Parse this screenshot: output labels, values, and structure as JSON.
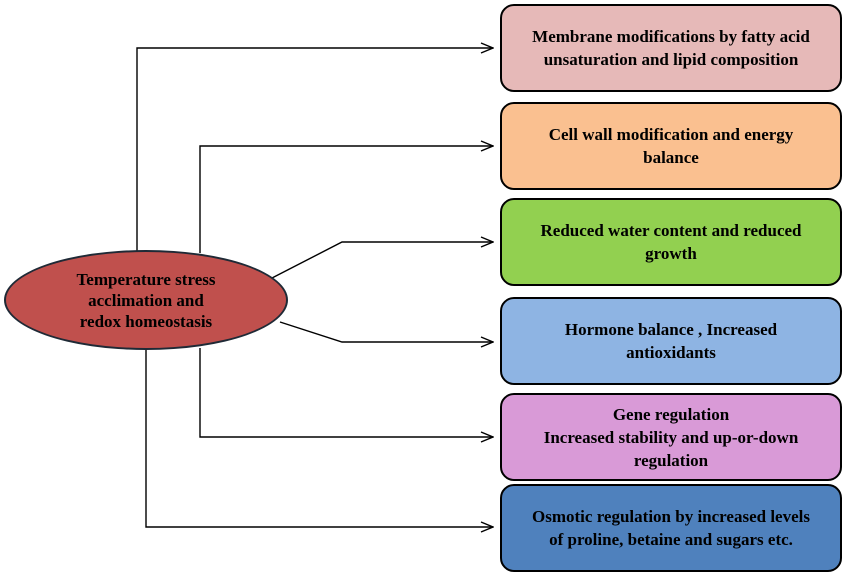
{
  "diagram": {
    "center": {
      "label": "Temperature stress\nacclimation and\nredox homeostasis",
      "fill": "#c0504d",
      "border": "#1f2a36"
    },
    "effects": [
      {
        "label": "Membrane modifications by fatty acid\nunsaturation and lipid composition",
        "fill": "#e6b9b8"
      },
      {
        "label": "Cell wall modification and energy\nbalance",
        "fill": "#fac090"
      },
      {
        "label": "Reduced water content and reduced\ngrowth",
        "fill": "#92d050"
      },
      {
        "label": "Hormone balance , Increased\nantioxidants",
        "fill": "#8eb4e3"
      },
      {
        "label": "Gene regulation\nIncreased stability and up-or-down\nregulation",
        "fill": "#d99ad7"
      },
      {
        "label": "Osmotic regulation by increased levels\nof proline, betaine and sugars etc.",
        "fill": "#4f81bd"
      }
    ],
    "connector_color": "#000000"
  }
}
